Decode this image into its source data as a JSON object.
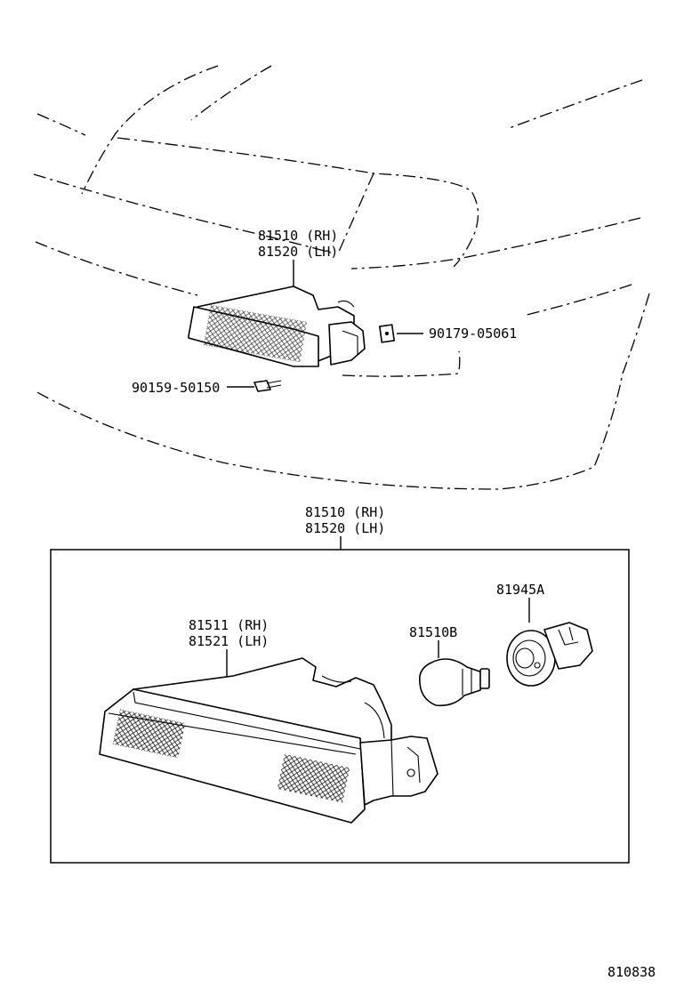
{
  "diagram_id": "810838",
  "callouts": {
    "assy_top_line1": "81510 (RH)",
    "assy_top_line2": "81520 (LH)",
    "clip": "90179-05061",
    "screw": "90159-50150",
    "assy_box_line1": "81510 (RH)",
    "assy_box_line2": "81520 (LH)",
    "lens_line1": "81511 (RH)",
    "lens_line2": "81521 (LH)",
    "bulb": "81510B",
    "socket": "81945A"
  },
  "colors": {
    "ink": "#000000",
    "paper": "#ffffff"
  }
}
